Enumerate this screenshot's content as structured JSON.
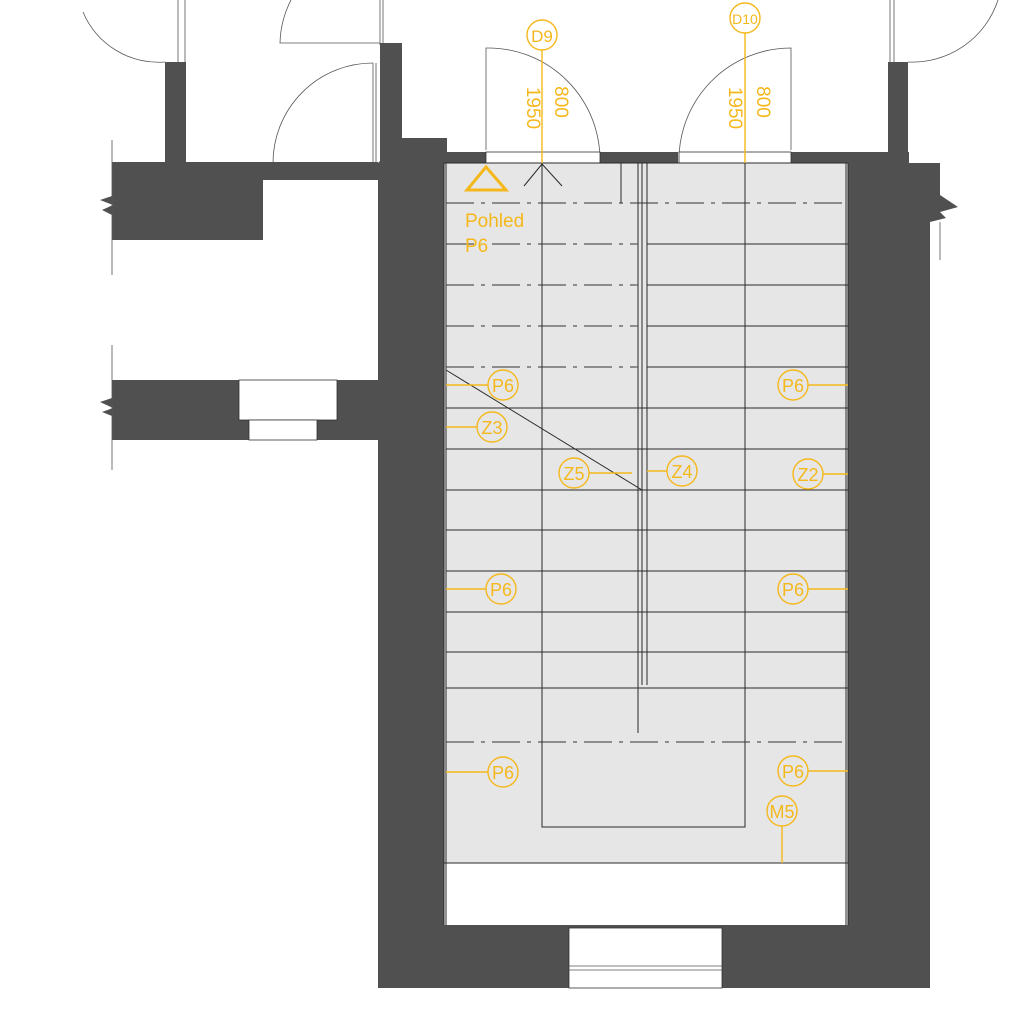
{
  "doors": [
    {
      "id": "D9",
      "width": "800",
      "height": "1950"
    },
    {
      "id": "D10",
      "width": "800",
      "height": "1950"
    }
  ],
  "view_marker": {
    "line1": "Pohled",
    "line2": "P6"
  },
  "tags": {
    "p6_left_1": "P6",
    "p6_right_1": "P6",
    "z3": "Z3",
    "z5": "Z5",
    "z4": "Z4",
    "z2": "Z2",
    "p6_left_2": "P6",
    "p6_right_2": "P6",
    "p6_left_3": "P6",
    "p6_right_3": "P6",
    "m5": "M5"
  },
  "colors": {
    "annotation": "#f5b81c",
    "wall": "#505050",
    "floor": "#e6e6e6"
  }
}
